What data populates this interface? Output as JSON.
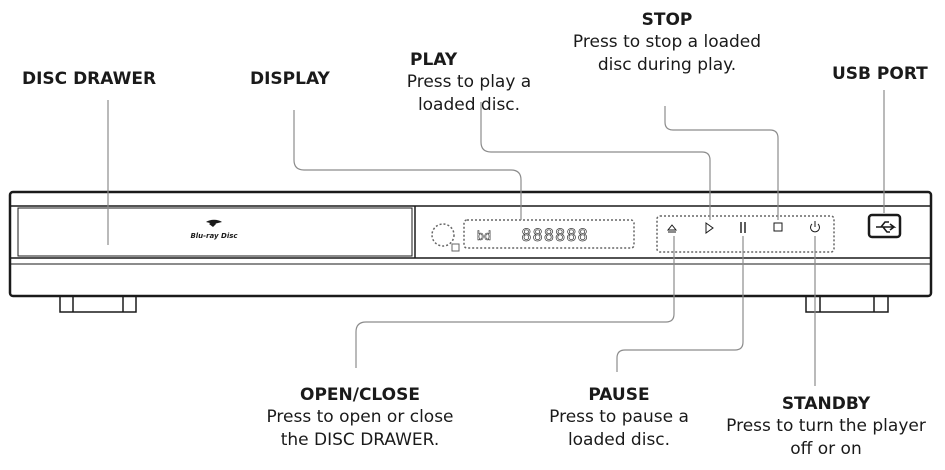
{
  "callouts": {
    "disc_drawer": {
      "title": "DISC DRAWER"
    },
    "display": {
      "title": "DISPLAY"
    },
    "play": {
      "title": "PLAY",
      "desc_1": "Press to play a",
      "desc_2": "loaded disc."
    },
    "stop": {
      "title": "STOP",
      "desc_1": "Press to stop a loaded",
      "desc_2": "disc during play."
    },
    "usb_port": {
      "title": "USB PORT"
    },
    "open_close": {
      "title": "OPEN/CLOSE",
      "desc_1": "Press to open or close",
      "desc_2": "the DISC DRAWER."
    },
    "pause": {
      "title": "PAUSE",
      "desc_1": "Press to pause a",
      "desc_2": "loaded disc."
    },
    "standby": {
      "title": "STANDBY",
      "desc_1": "Press to turn the player",
      "desc_2": "off or on"
    }
  },
  "device": {
    "logo_text": "Blu-ray Disc",
    "display_digits": "888888",
    "button_icons": [
      "eject-icon",
      "play-icon",
      "pause-icon",
      "stop-icon",
      "power-icon",
      "usb-icon"
    ]
  },
  "colors": {
    "line": "#1a1a1a",
    "leader": "#8c8c8c",
    "dots": "#666666",
    "body": "#ffffff"
  }
}
